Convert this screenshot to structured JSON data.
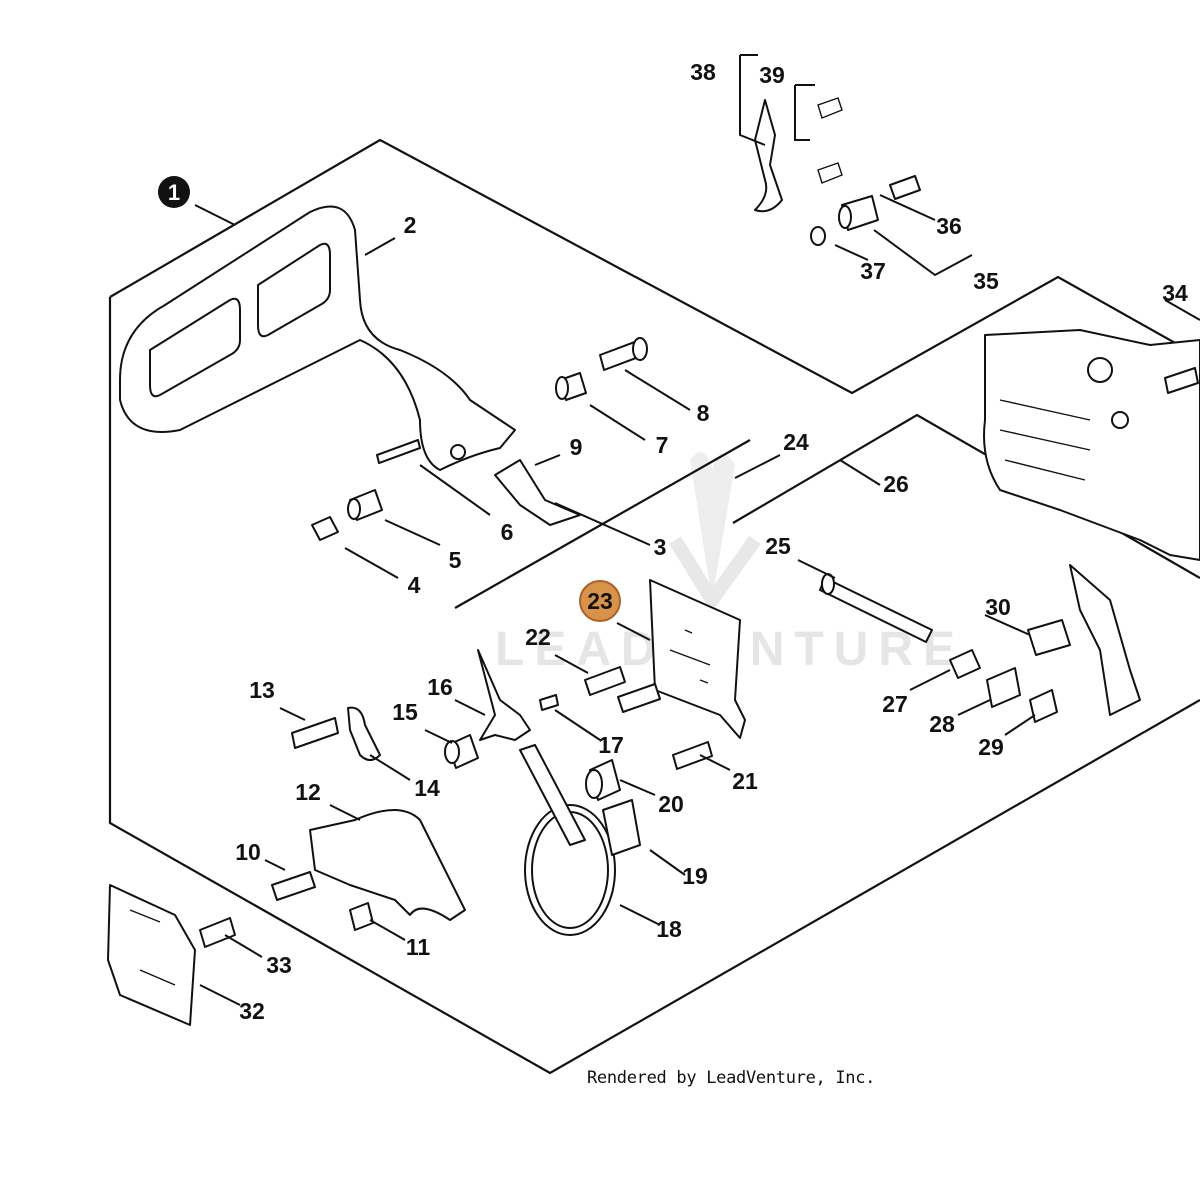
{
  "diagram": {
    "callout_1": "1",
    "highlighted": "23",
    "watermark": "LEADVENTURE",
    "credit": "Rendered by LeadVenture, Inc.",
    "highlight_color": "#d9924a",
    "labels": {
      "2": "2",
      "3": "3",
      "4": "4",
      "5": "5",
      "6": "6",
      "7": "7",
      "8": "8",
      "9": "9",
      "10": "10",
      "11": "11",
      "12": "12",
      "13": "13",
      "14": "14",
      "15": "15",
      "16": "16",
      "17": "17",
      "18": "18",
      "19": "19",
      "20": "20",
      "21": "21",
      "22": "22",
      "24": "24",
      "25": "25",
      "26": "26",
      "27": "27",
      "28": "28",
      "29": "29",
      "30": "30",
      "32": "32",
      "33": "33",
      "34": "34",
      "35": "35",
      "36": "36",
      "37": "37",
      "38": "38",
      "39": "39"
    }
  }
}
